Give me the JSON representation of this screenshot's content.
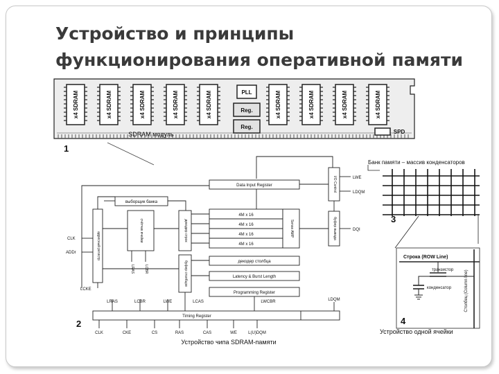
{
  "slide": {
    "title_line1": "Устройство и принципы",
    "title_line2": "функционирования оперативной памяти"
  },
  "module": {
    "chip_label": "x4 SDRAM",
    "pll": "PLL",
    "reg": "Reg.",
    "module_label": "SDRAM модуль",
    "spd": "SPD",
    "num": "1"
  },
  "chip_diagram": {
    "num": "2",
    "caption": "Устройство чипа SDRAM-памяти",
    "data_input_register": "Data Input Register",
    "io_control": "I/O Control",
    "lwe": "LWE",
    "ldqm": "LDQM",
    "bank_select": "выборщик банка",
    "address_register": "адресный регистр",
    "row_counter": "счётчик ячейки",
    "row_decoder": "декодер строк",
    "column_buffer": "буфер столбцов",
    "banks": [
      "4M x 16",
      "4M x 16",
      "4M x 16",
      "4M x 16"
    ],
    "sense_amp": "Sense AMP",
    "output_buffer": "буфер вывода",
    "dqi": "DQI",
    "column_decoder": "декодер столбца",
    "latency": "Latency & Burst Length",
    "programming_register": "Programming Register",
    "clk_in": "CLK",
    "addr_in": "ADDr",
    "lcke": "LCKE",
    "lras_v": "LRAS",
    "lcbr_v": "LCBR",
    "lras": "LRAS",
    "lcbr": "LCBR",
    "lwe2": "LWE",
    "lcas": "LCAS",
    "lwcbr": "LWCBR",
    "ldqm2": "LDQM",
    "timing_register": "Timing Register",
    "pins": [
      "CLK",
      "CKE",
      "CS",
      "RAS",
      "CAS",
      "WE",
      "L(U)DQM"
    ]
  },
  "bank_grid": {
    "title": "Банк памяти – массив конденсаторов",
    "num": "3"
  },
  "cell": {
    "row_label": "Строка (ROW Line)",
    "transistor": "транзистор",
    "capacitor": "конденсатор",
    "column_label": "Столбец (Column line)",
    "caption": "Устройство одной ячейки",
    "num": "4"
  }
}
